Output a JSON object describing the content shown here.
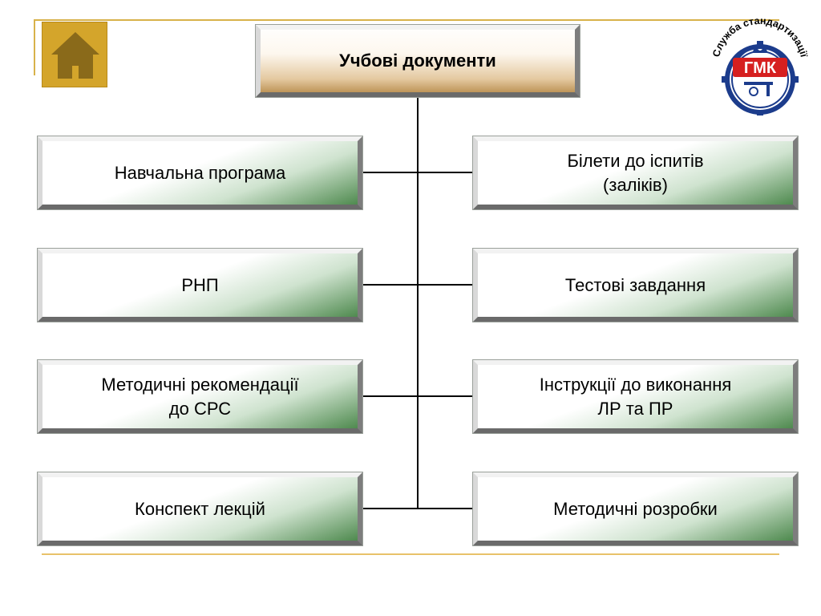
{
  "title": "Учбові документи",
  "left_items": [
    {
      "label": "Навчальна програма"
    },
    {
      "label": "РНП"
    },
    {
      "label": "Методичні рекомендації\nдо СРС"
    },
    {
      "label": "Конспект лекцій"
    }
  ],
  "right_items": [
    {
      "label": "Білети до іспитів\n(заліків)"
    },
    {
      "label": "Тестові завдання"
    },
    {
      "label": "Інструкції до виконання\nЛР та ПР"
    },
    {
      "label": "Методичні розробки"
    }
  ],
  "logo": {
    "arc_text": "Служба стандартизації",
    "abbreviation": "ГМК"
  },
  "icons": {
    "home": "home-icon"
  },
  "colors": {
    "accent_gold": "#d4a52b",
    "box_green": "#3f7f3f",
    "logo_red": "#d62020",
    "logo_blue": "#1c3c8c"
  }
}
